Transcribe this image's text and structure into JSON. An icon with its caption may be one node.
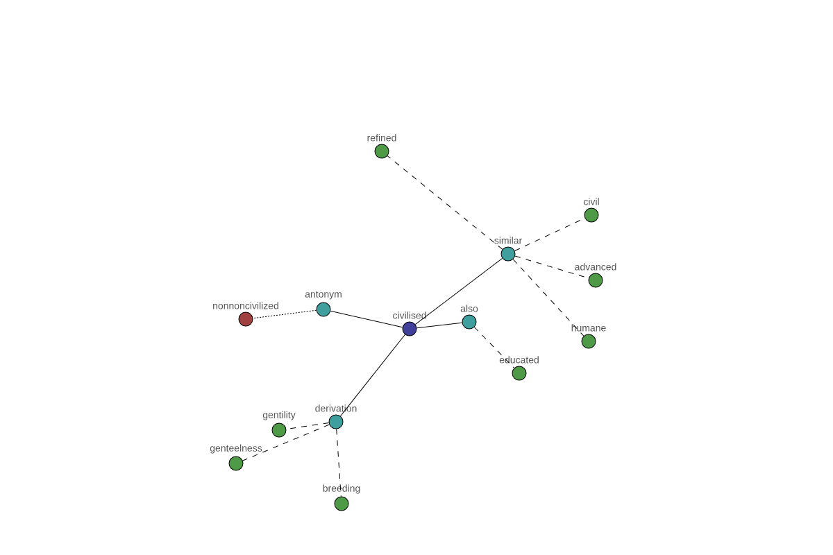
{
  "diagram": {
    "nodes": [
      {
        "text": [
          "refined"
        ]
      },
      {
        "text": [
          "civil"
        ]
      },
      {
        "text": [
          "similar"
        ]
      },
      {
        "text": [
          "advanced"
        ]
      },
      {
        "text": [
          "antonym"
        ]
      },
      {
        "text": [
          "nonnoncivilized"
        ]
      },
      {
        "text": [
          "civilised"
        ]
      },
      {
        "text": [
          "also"
        ]
      },
      {
        "text": [
          "humane"
        ]
      },
      {
        "text": [
          "educated"
        ]
      },
      {
        "text": [
          "derivation"
        ]
      },
      {
        "text": [
          "gentility"
        ]
      },
      {
        "text": [
          "genteelness"
        ]
      },
      {
        "text": [
          "breeding"
        ]
      }
    ],
    "edges": [
      {
        "from": 6,
        "to": 4,
        "arrow": "none"
      },
      {
        "from": 4,
        "to": 5,
        "arrow": "none",
        "style": "dashed"
      },
      {
        "from": 6,
        "to": 7,
        "arrow": "none"
      },
      {
        "from": 7,
        "to": 9,
        "arrow": "none",
        "style": "dashed"
      },
      {
        "from": 6,
        "to": 2,
        "arrow": "none"
      },
      {
        "from": 2,
        "to": 0,
        "arrow": "none",
        "style": "dashed"
      },
      {
        "from": 2,
        "to": 1,
        "arrow": "none",
        "style": "dashed"
      },
      {
        "from": 2,
        "to": 3,
        "arrow": "none",
        "style": "dashed"
      },
      {
        "from": 2,
        "to": 8,
        "arrow": "none",
        "style": "dashed"
      },
      {
        "from": 6,
        "to": 10,
        "arrow": "none"
      },
      {
        "from": 10,
        "to": 11,
        "arrow": "none",
        "style": "dashed"
      },
      {
        "from": 10,
        "to": 12,
        "arrow": "none",
        "style": "dashed"
      },
      {
        "from": 10,
        "to": 13,
        "arrow": "none",
        "style": "dashed"
      }
    ]
  }
}
